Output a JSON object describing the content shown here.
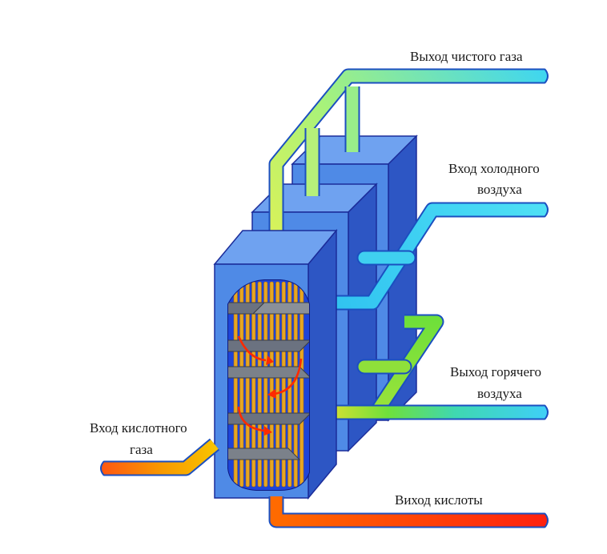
{
  "labels": {
    "clean_gas_out": "Выход чистого газа",
    "cold_air_in_1": "Вход холодного",
    "cold_air_in_2": "воздуха",
    "hot_air_out_1": "Выход горячего",
    "hot_air_out_2": "воздуха",
    "acid_gas_in_1": "Вход кислотного",
    "acid_gas_in_2": "газа",
    "acid_out": "Виход кислоты"
  },
  "colors": {
    "vessel_face": "#4f8ae6",
    "vessel_side": "#2d56c4",
    "vessel_top": "#6fa2f0",
    "vessel_edge": "#1b2c9a",
    "tube": "#e6a623",
    "baffle": "#6b7280",
    "flow_arrow": "#ff2a00",
    "pipe_green": "#b8f06a",
    "pipe_cyan": "#39d8f2",
    "pipe_lime": "#5fe03a",
    "pipe_orange": "#f6a300",
    "pipe_red": "#ff2a12"
  }
}
